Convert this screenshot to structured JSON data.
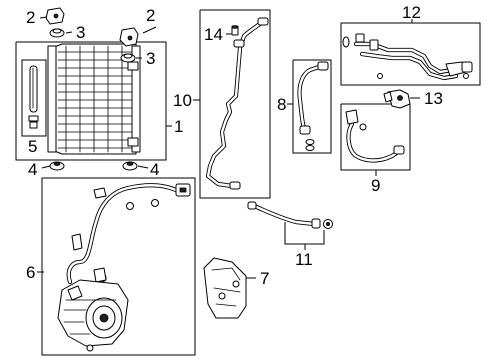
{
  "callouts": {
    "c1": "1",
    "c2a": "2",
    "c2b": "2",
    "c3a": "3",
    "c3b": "3",
    "c4a": "4",
    "c4b": "4",
    "c5": "5",
    "c6": "6",
    "c7": "7",
    "c8": "8",
    "c9": "9",
    "c10": "10",
    "c11": "11",
    "c12": "12",
    "c13": "13",
    "c14": "14"
  }
}
